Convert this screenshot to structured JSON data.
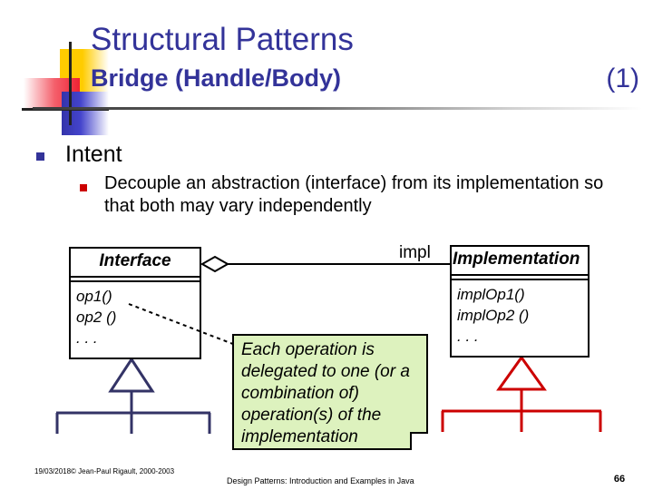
{
  "slide": {
    "title": "Structural Patterns",
    "subtitle": "Bridge (Handle/Body)",
    "page_marker": "(1)",
    "accent_color": "#333399",
    "bullet1_color": "#333399",
    "bullet2_color": "#CC0000",
    "note_fill": "#DDF2BE",
    "inherit_left_color": "#333366",
    "inherit_right_color": "#CC0000"
  },
  "content": {
    "heading": "Intent",
    "detail": "Decouple an abstraction (interface) from its implementation so that both may vary independently"
  },
  "diagram": {
    "interface_class": {
      "name": "Interface",
      "operations": [
        "op1()",
        "op2 ()",
        ". . ."
      ]
    },
    "implementation_class": {
      "name": "Implementation",
      "operations": [
        "implOp1()",
        "implOp2 ()",
        ". . ."
      ]
    },
    "association_label": "impl",
    "note": "Each operation is delegated to one (or a combination of) operation(s) of the implementation"
  },
  "footer": {
    "date": "19/03/2018",
    "copyright": "© Jean-Paul Rigault, 2000-2003",
    "center": "Design Patterns: Introduction and Examples in Java",
    "page": "66"
  }
}
